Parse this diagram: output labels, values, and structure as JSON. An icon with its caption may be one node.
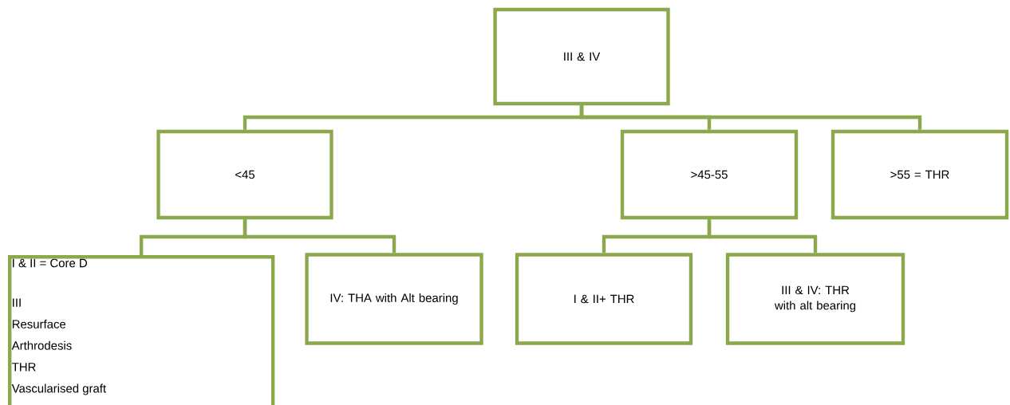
{
  "diagram": {
    "nodes": [
      {
        "text": [
          "III & IV"
        ]
      },
      {
        "text": [
          "<45"
        ]
      },
      {
        "text": [
          ">45-55"
        ]
      },
      {
        "text": [
          ">55 = THR"
        ]
      },
      {
        "text": [
          "I & II = Core D",
          "III",
          "Resurface",
          "Arthrodesis",
          "THR",
          "Vascularised graft"
        ]
      },
      {
        "text": [
          "IV: THA with Alt bearing"
        ]
      },
      {
        "text": [
          "I & II+ THR"
        ]
      },
      {
        "text": [
          "III & IV: THR with alt bearing"
        ]
      }
    ],
    "edges": [
      {
        "from": 0,
        "to": 1,
        "arrow": "none"
      },
      {
        "from": 0,
        "to": 2,
        "arrow": "none"
      },
      {
        "from": 0,
        "to": 3,
        "arrow": "none"
      },
      {
        "from": 1,
        "to": 4,
        "arrow": "none"
      },
      {
        "from": 1,
        "to": 5,
        "arrow": "none"
      },
      {
        "from": 2,
        "to": 6,
        "arrow": "none"
      },
      {
        "from": 2,
        "to": 7,
        "arrow": "none"
      }
    ]
  }
}
